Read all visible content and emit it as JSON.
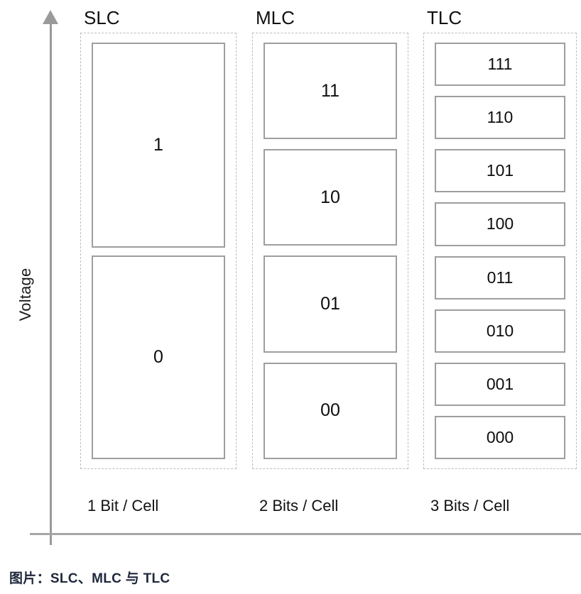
{
  "axes": {
    "y_label": "Voltage",
    "y_arrow_icon": "arrow-up-icon",
    "x_axis_icon": "horizontal-axis-line"
  },
  "columns": [
    {
      "id": "slc",
      "header": "SLC",
      "footer": "1 Bit / Cell",
      "cells": [
        {
          "label": "1",
          "flex": 290
        },
        {
          "label": "0",
          "flex": 287
        }
      ]
    },
    {
      "id": "mlc",
      "header": "MLC",
      "footer": "2 Bits / Cell",
      "cells": [
        {
          "label": "11",
          "flex": 135
        },
        {
          "label": "10",
          "flex": 135
        },
        {
          "label": "01",
          "flex": 136
        },
        {
          "label": "00",
          "flex": 135
        }
      ]
    },
    {
      "id": "tlc",
      "header": "TLC",
      "footer": "3 Bits / Cell",
      "cells": [
        {
          "label": "111",
          "flex": 61
        },
        {
          "label": "110",
          "flex": 61
        },
        {
          "label": "101",
          "flex": 61
        },
        {
          "label": "100",
          "flex": 61
        },
        {
          "label": "011",
          "flex": 61
        },
        {
          "label": "010",
          "flex": 61
        },
        {
          "label": "001",
          "flex": 61
        },
        {
          "label": "000",
          "flex": 61
        }
      ]
    }
  ],
  "caption": "图片：SLC、MLC 与 TLC",
  "colors": {
    "background": "#ffffff",
    "axis": "#9a9a9a",
    "dashed_border": "#bdbdbd",
    "cell_border": "#9e9e9e",
    "text": "#111111",
    "caption_text": "#20283c"
  }
}
